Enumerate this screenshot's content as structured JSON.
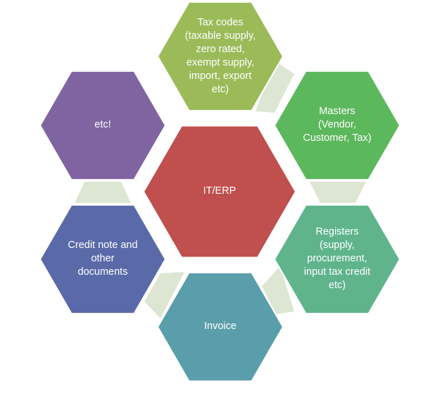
{
  "diagram": {
    "center": {
      "label": "IT/ERP",
      "color": "#c0504d"
    },
    "nodes": [
      {
        "id": "tax-codes",
        "label": "Tax codes\n(taxable supply,\nzero rated,\nexempt supply,\nimport, export\netc)",
        "color": "#9bbb59"
      },
      {
        "id": "masters",
        "label": "Masters\n(Vendor,\nCustomer, Tax)",
        "color": "#5cb85c"
      },
      {
        "id": "registers",
        "label": "Registers\n(supply,\nprocurement,\ninput tax credit\netc)",
        "color": "#5fb48c"
      },
      {
        "id": "invoice",
        "label": "Invoice",
        "color": "#5b9eab"
      },
      {
        "id": "credit-note",
        "label": "Credit note and\nother\ndocuments",
        "color": "#5a6aa8"
      },
      {
        "id": "etc",
        "label": "etc!",
        "color": "#8064a2"
      }
    ],
    "connector_color": "#dde6d3"
  }
}
